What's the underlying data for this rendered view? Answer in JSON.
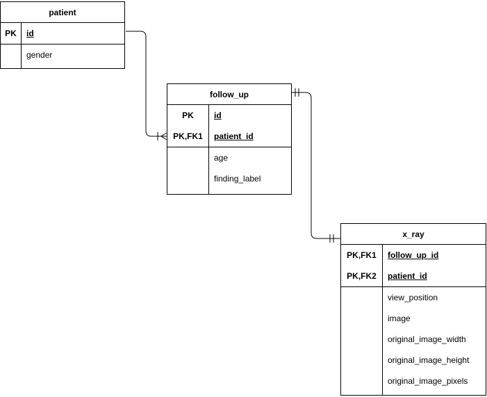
{
  "diagram": {
    "type": "entity-relationship",
    "background_color": "#ffffff",
    "line_color": "#000000",
    "text_color": "#000000",
    "tables": {
      "patient": {
        "title": "patient",
        "keys": [
          {
            "key": "PK",
            "field": "id"
          }
        ],
        "attributes": [
          "gender"
        ]
      },
      "follow_up": {
        "title": "follow_up",
        "keys": [
          {
            "key": "PK",
            "field": "id"
          },
          {
            "key": "PK,FK1",
            "field": "patient_id"
          }
        ],
        "attributes": [
          "age",
          "finding_label"
        ]
      },
      "x_ray": {
        "title": "x_ray",
        "keys": [
          {
            "key": "PK,FK1",
            "field": "follow_up_id"
          },
          {
            "key": "PK,FK2",
            "field": "patient_id"
          }
        ],
        "attributes": [
          "view_position",
          "image",
          "original_image_width",
          "original_image_height",
          "original_image_pixels"
        ]
      }
    },
    "relationships": [
      {
        "name": "patient-follow_up",
        "from_table": "patient",
        "from_field": "id",
        "from_end_marker": "none",
        "to_table": "follow_up",
        "to_field": "patient_id",
        "to_end_marker": "one-to-many-crows-foot"
      },
      {
        "name": "follow_up-x_ray",
        "from_table": "follow_up",
        "from_end_marker": "one-and-only-one",
        "to_table": "x_ray",
        "to_end_marker": "one-and-only-one"
      }
    ]
  }
}
